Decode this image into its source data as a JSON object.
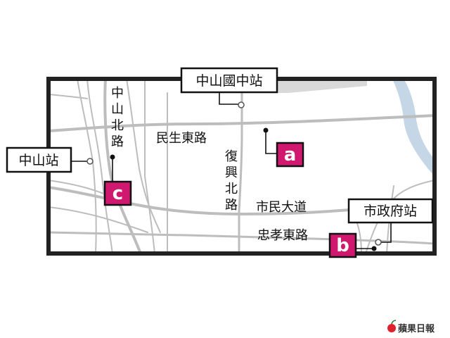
{
  "colors": {
    "accent_marker": "#d0196e",
    "road": "#bdbdbd",
    "river": "#c5d6e6",
    "block": "#d9d9d9",
    "frame": "#222222",
    "credit_icon": "#e0202a"
  },
  "stations": {
    "zhongshan_junior_high": "中山國中站",
    "zhongshan": "中山站",
    "city_hall": "市政府站"
  },
  "streets": {
    "minsheng_e": "民生東路",
    "zhongshan_n": [
      "中",
      "山",
      "北",
      "路"
    ],
    "fuxing_n": [
      "復",
      "興",
      "北",
      "路"
    ],
    "civic_blvd": "市民大道",
    "zhongxiao_e": "忠孝東路"
  },
  "markers": {
    "a": "a",
    "b": "b",
    "c": "c"
  },
  "credit": {
    "text": "蘋果日報",
    "icon": "apple-icon"
  }
}
